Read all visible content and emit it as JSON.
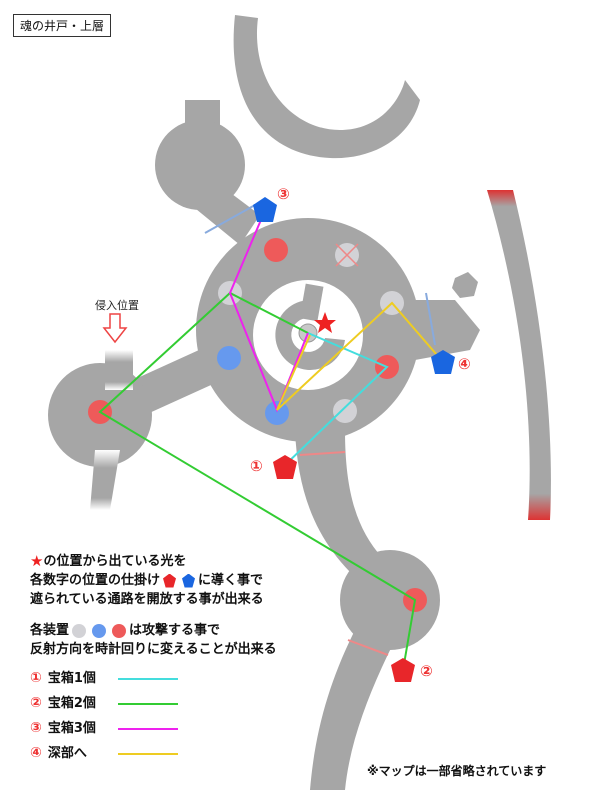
{
  "title": "魂の井戸・上層",
  "entry_label": "侵入位置",
  "markers": [
    {
      "num": "①",
      "color": "#e8262a"
    },
    {
      "num": "②",
      "color": "#e8262a"
    },
    {
      "num": "③",
      "color": "#1a66e0"
    },
    {
      "num": "④",
      "color": "#1a66e0"
    }
  ],
  "legend": {
    "line1_after_star": "の位置から出ている光を",
    "line2_before": "各数字の位置の仕掛け",
    "line2_after": "に導く事で",
    "line3": "遮られている通路を開放する事が出来る",
    "line4_before": "各装置",
    "line4_after": "は攻撃する事で",
    "line5": "反射方向を時計回りに変えることが出来る",
    "items": [
      {
        "num": "①",
        "label": "宝箱1個",
        "color": "#44dddd"
      },
      {
        "num": "②",
        "label": "宝箱2個",
        "color": "#33cc33"
      },
      {
        "num": "③",
        "label": "宝箱3個",
        "color": "#ee22ee"
      },
      {
        "num": "④",
        "label": "深部へ",
        "color": "#eecc22"
      }
    ]
  },
  "note": "※マップは一部省略されています",
  "colors": {
    "floor": "#a6a6a6",
    "device_grey": "#d2d2d6",
    "device_blue": "#6699ee",
    "device_red": "#ee5a5a",
    "star": "#e22222"
  }
}
